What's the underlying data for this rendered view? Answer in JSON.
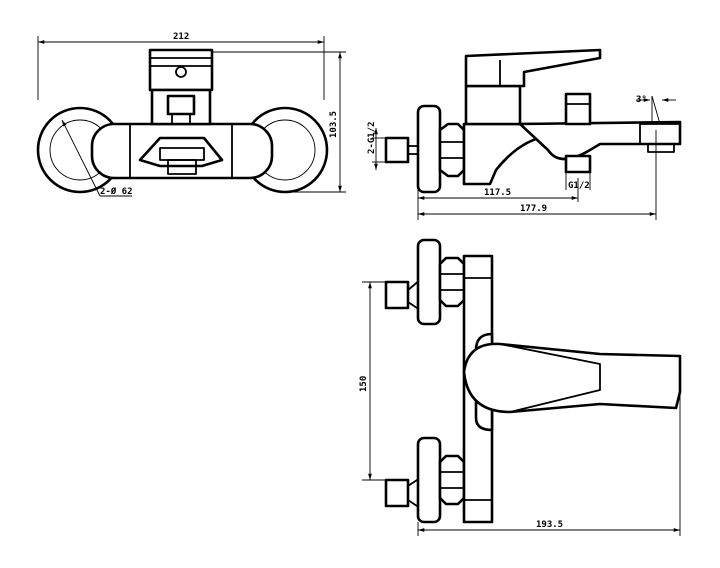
{
  "views": [
    {
      "name": "front-view"
    },
    {
      "name": "side-view"
    },
    {
      "name": "top-view"
    }
  ],
  "dimensions": {
    "overall_width": "212",
    "height": "103.5",
    "flange_diameter": "2-Ø 62",
    "inlet_thread": "2-G1/2",
    "spout_offset": "117.5",
    "overall_depth": "177.9",
    "outlet_thread": "G1/2",
    "tilt_angle": "3°",
    "centre_distance": "150",
    "total_projection": "193.5"
  }
}
